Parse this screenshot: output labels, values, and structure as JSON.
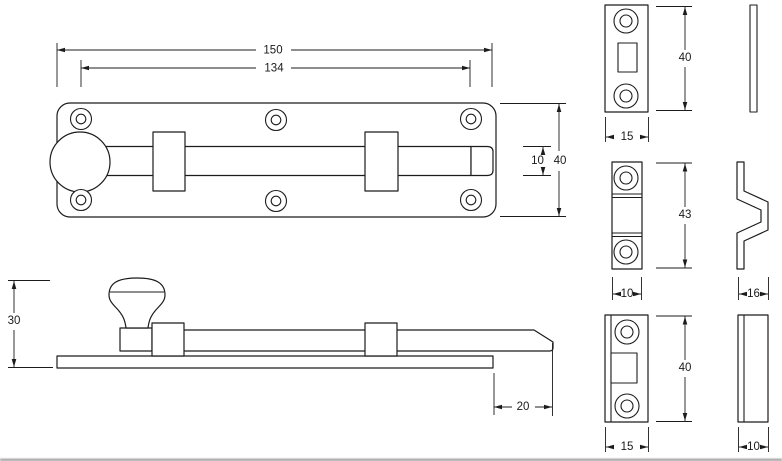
{
  "drawing": {
    "type": "technical-orthographic-drawing",
    "subject": "surface-mounted barrel bolt with three keeper options",
    "views": [
      "bolt face view (top)",
      "bolt side elevation (bottom left)",
      "flat slot keeper front and side (top right)",
      "staple keeper front and cranked side profile (middle right)",
      "angle slot keeper front and side (bottom right)"
    ]
  },
  "dimensions": {
    "top_view": {
      "overall_length": "150",
      "fixing_centres": "134",
      "bolt_width": "10",
      "plate_width": "40"
    },
    "side_view": {
      "overall_height": "30",
      "bolt_projection": "20"
    },
    "flat_keeper": {
      "length": "40",
      "width": "15"
    },
    "staple_keeper": {
      "length": "43",
      "width": "10",
      "profile_width": "16"
    },
    "angle_keeper": {
      "length": "40",
      "width": "15",
      "profile_depth": "10"
    }
  },
  "colors": {
    "line": "#1c1c1c",
    "background": "#ffffff",
    "bottom_edge_shadow": "#8d8d8d"
  }
}
